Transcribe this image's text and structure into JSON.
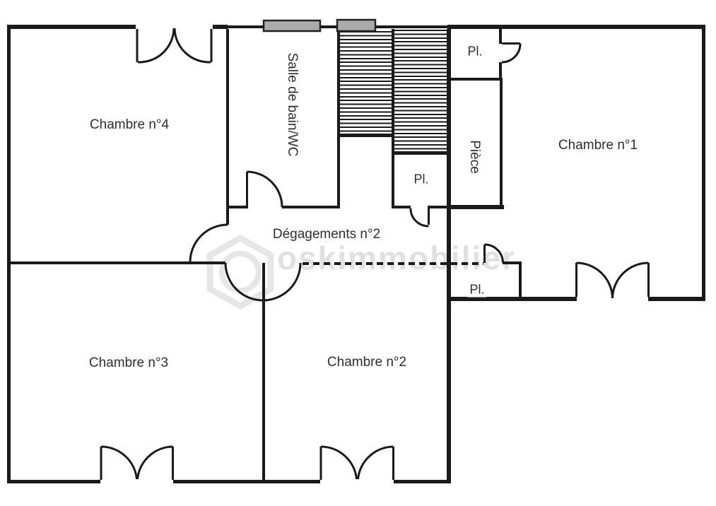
{
  "floorplan": {
    "rooms": [
      {
        "id": "chambre-4",
        "label": "Chambre n°4"
      },
      {
        "id": "chambre-1",
        "label": "Chambre n°1"
      },
      {
        "id": "chambre-3",
        "label": "Chambre n°3"
      },
      {
        "id": "chambre-2",
        "label": "Chambre n°2"
      },
      {
        "id": "degagements-2",
        "label": "Dégagements n°2"
      },
      {
        "id": "salle-de-bain-wc",
        "label": "Salle de bain/WC"
      },
      {
        "id": "piece",
        "label": "Pièce"
      }
    ],
    "closets": [
      {
        "id": "pl-haut-droite",
        "label": "Pl."
      },
      {
        "id": "pl-sous-escalier",
        "label": "Pl."
      },
      {
        "id": "pl-couloir",
        "label": "Pl."
      }
    ],
    "watermark": {
      "text": "oskimmobilier"
    },
    "colors": {
      "wall": "#1a1a1a",
      "window_fill": "#ababab",
      "label_text": "#2f2f2f",
      "watermark": "#e0e0e0"
    }
  }
}
